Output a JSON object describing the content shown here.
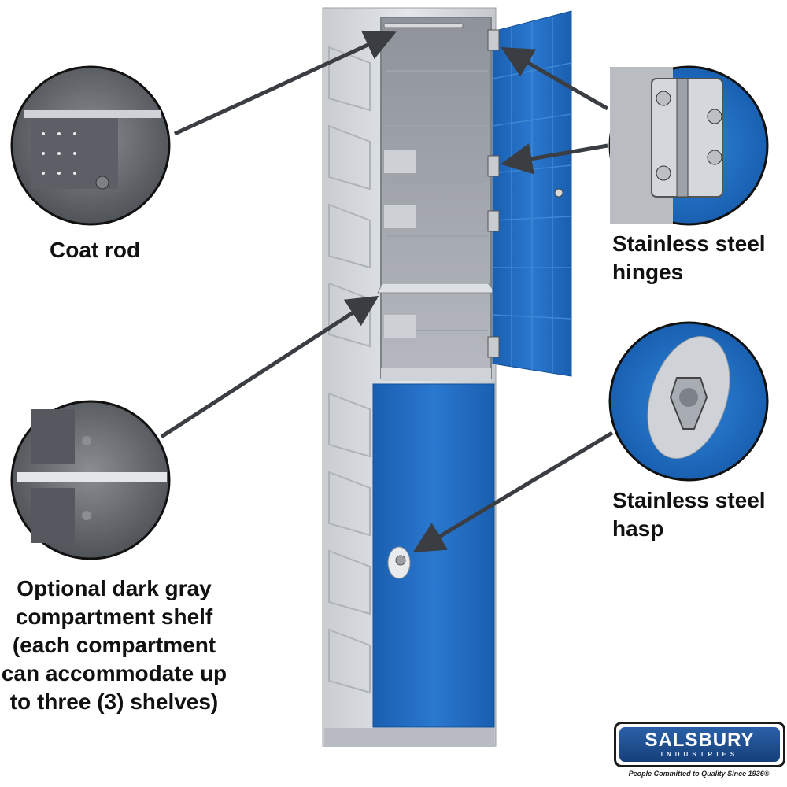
{
  "callouts": {
    "coat_rod": {
      "label": "Coat rod"
    },
    "hinges": {
      "lines": [
        "Stainless steel",
        "hinges"
      ]
    },
    "hasp": {
      "lines": [
        "Stainless steel",
        "hasp"
      ]
    },
    "shelf": {
      "lines": [
        "Optional dark gray",
        "compartment shelf",
        "(each compartment",
        "can accommodate up",
        "to three (3) shelves)"
      ]
    }
  },
  "logo": {
    "name": "SALSBURY",
    "sub": "INDUSTRIES",
    "tagline": "People Committed to Quality Since 1936®"
  },
  "colors": {
    "door_blue": "#1e6cc4",
    "body_gray": "#d4d7dc",
    "logo_blue": "#1f4f93"
  }
}
